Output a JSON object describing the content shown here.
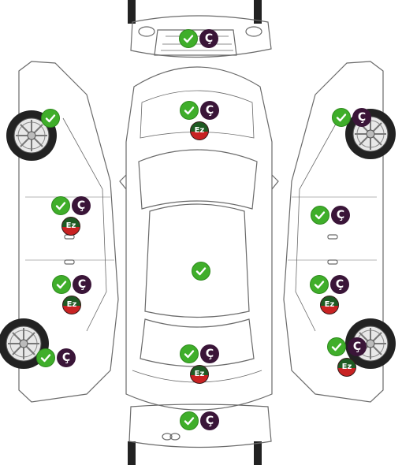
{
  "marks": {
    "check_icon": "check-circle-icon",
    "c_label": "Ç",
    "ez_label": "Ez"
  },
  "colors": {
    "check": "#3fae2a",
    "c_badge": "#3a1538",
    "ez_top": "#1e5a22",
    "ez_bottom": "#c82222",
    "line": "#6a6a6a",
    "tire": "#222222"
  },
  "zones": [
    {
      "zone": "front-bumper",
      "marks": [
        "check",
        "c"
      ]
    },
    {
      "zone": "hood",
      "marks": [
        "check",
        "c",
        "ez"
      ]
    },
    {
      "zone": "roof",
      "marks": [
        "check"
      ]
    },
    {
      "zone": "trunk",
      "marks": [
        "check",
        "c",
        "ez"
      ]
    },
    {
      "zone": "rear-bumper",
      "marks": [
        "check",
        "c"
      ]
    },
    {
      "zone": "left-front-fender",
      "marks": [
        "check"
      ]
    },
    {
      "zone": "left-front-door",
      "marks": [
        "check",
        "c",
        "ez"
      ]
    },
    {
      "zone": "left-rear-door",
      "marks": [
        "check",
        "c",
        "ez"
      ]
    },
    {
      "zone": "left-rear-fender",
      "marks": [
        "check",
        "c"
      ]
    },
    {
      "zone": "right-front-fender",
      "marks": [
        "check",
        "c"
      ]
    },
    {
      "zone": "right-front-door",
      "marks": [
        "check",
        "c"
      ]
    },
    {
      "zone": "right-rear-door",
      "marks": [
        "check",
        "c",
        "ez"
      ]
    },
    {
      "zone": "right-rear-fender",
      "marks": [
        "check",
        "c",
        "ez"
      ]
    }
  ]
}
